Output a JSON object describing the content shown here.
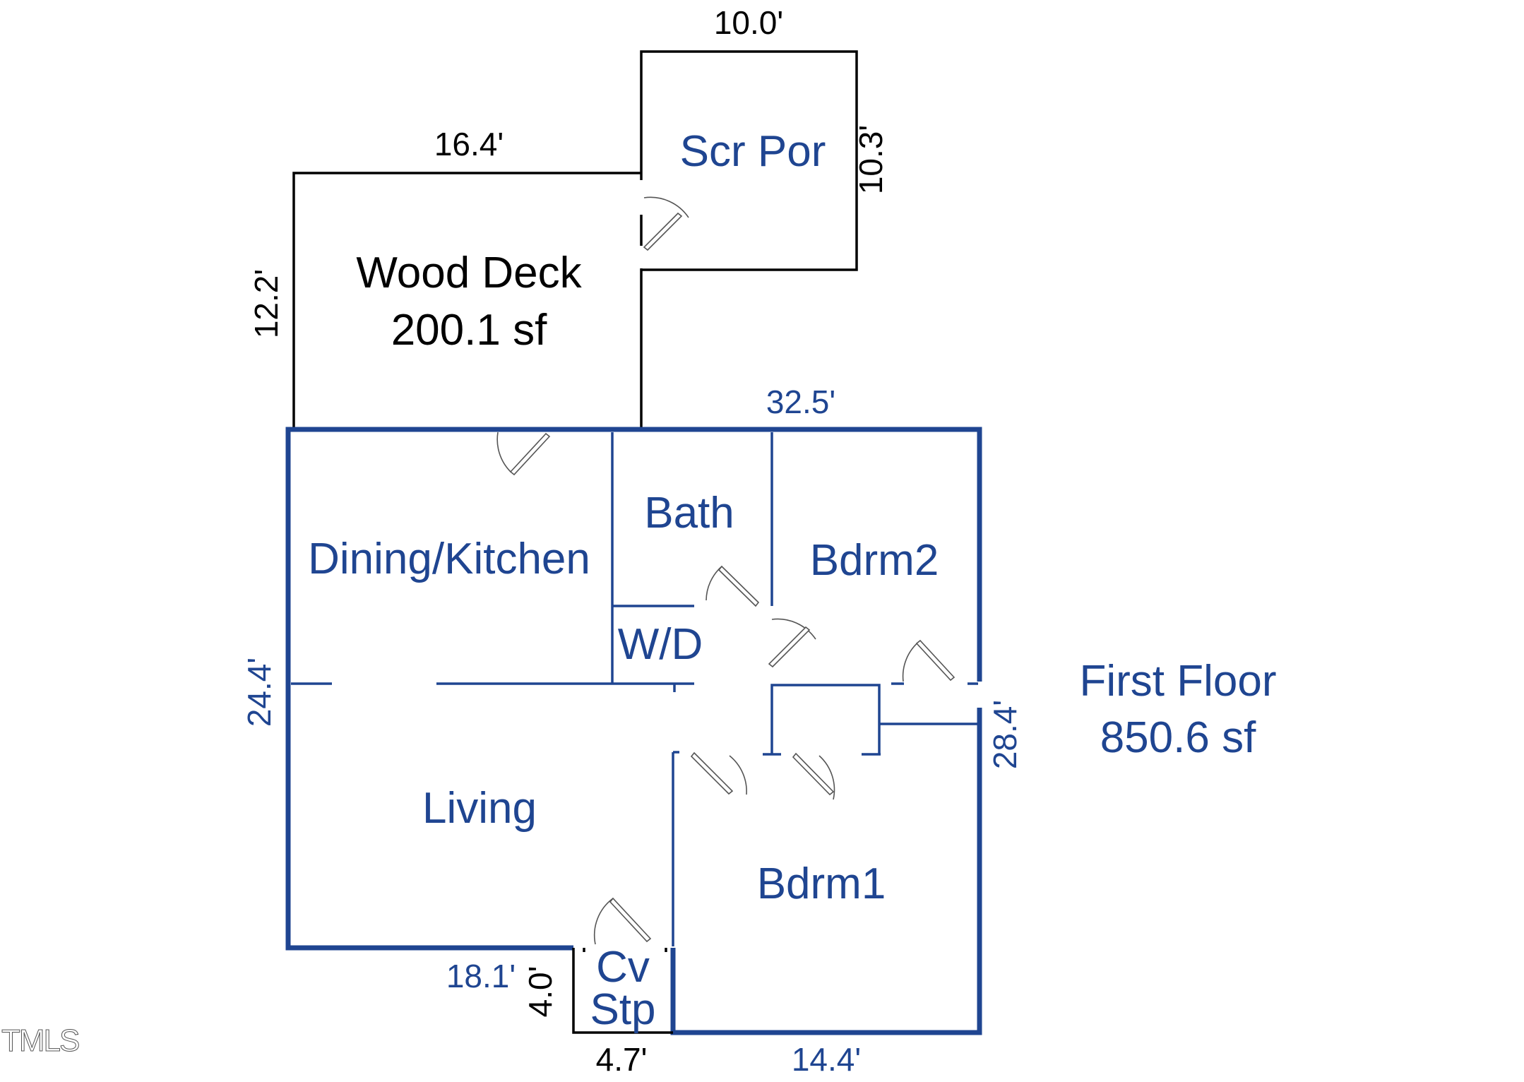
{
  "areas": {
    "first_floor": {
      "title": "First Floor",
      "area": "850.6 sf"
    },
    "wood_deck": {
      "title": "Wood Deck",
      "area": "200.1 sf"
    }
  },
  "rooms": {
    "scr_por": "Scr Por",
    "dining_kitchen": "Dining/Kitchen",
    "bath": "Bath",
    "bdrm2": "Bdrm2",
    "wd": "W/D",
    "living": "Living",
    "bdrm1": "Bdrm1",
    "cv_stp_line1": "Cv",
    "cv_stp_line2": "Stp"
  },
  "dimensions": {
    "scr_por_width": "10.0'",
    "scr_por_depth": "10.3'",
    "deck_width": "16.4'",
    "deck_depth": "12.2'",
    "house_top": "32.5'",
    "house_left": "24.4'",
    "house_right": "28.4'",
    "living_bottom": "18.1'",
    "cv_stp_height": "4.0'",
    "cv_stp_width": "4.7'",
    "bdrm1_bottom": "14.4'"
  },
  "watermark": "TMLS",
  "colors": {
    "walls": "#1f4591",
    "porch_deck": "#000000"
  }
}
